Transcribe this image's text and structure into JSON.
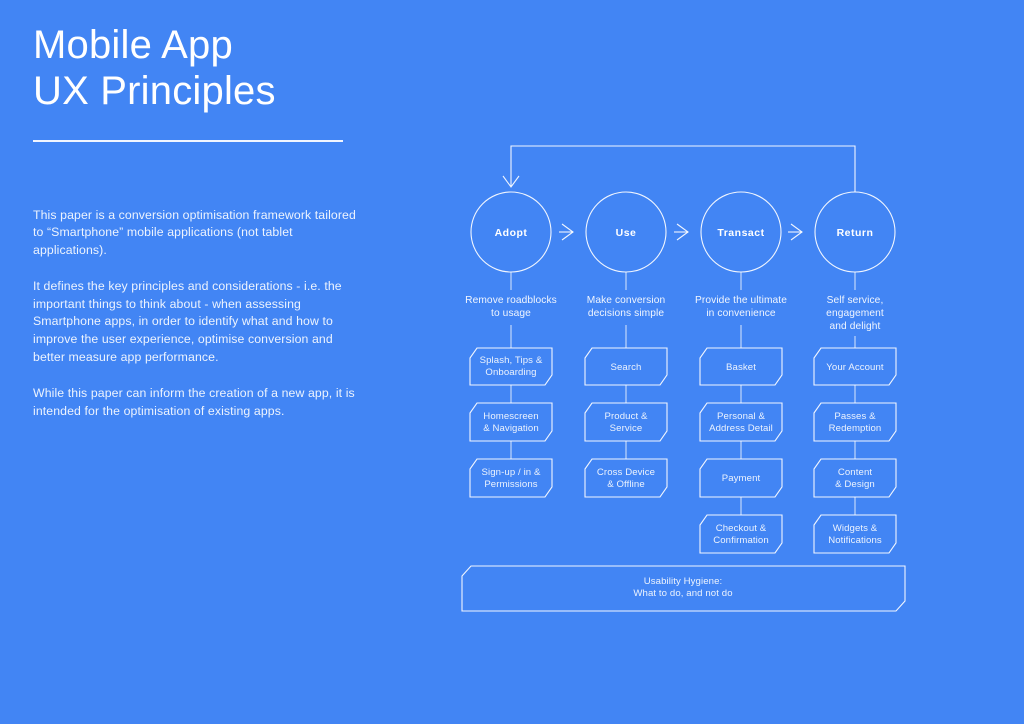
{
  "background_color": "#4285f4",
  "text_color": "#ffffff",
  "header": {
    "title": "Mobile App\nUX Principles"
  },
  "intro": {
    "paragraphs": [
      "This paper is a conversion optimisation framework tailored to “Smartphone” mobile applications (not tablet applications).",
      "It defines the key principles and considerations - i.e. the important things to think about - when assessing Smartphone apps, in order to identify what and how to improve the user experience, optimise conversion and better measure app performance.",
      "While this paper can inform the creation of a new app, it is intended for the optimisation of existing apps."
    ]
  },
  "diagram": {
    "loop_arrow_name": "return-to-adopt-loop-arrow",
    "stages": [
      {
        "id": "adopt",
        "label": "Adopt",
        "caption": "Remove roadblocks\nto usage",
        "caption_lines": [
          "Remove roadblocks",
          "to usage"
        ],
        "items": [
          {
            "lines": [
              "Splash, Tips &",
              "Onboarding"
            ]
          },
          {
            "lines": [
              "Homescreen",
              "& Navigation"
            ]
          },
          {
            "lines": [
              "Sign-up / in &",
              "Permissions"
            ]
          }
        ]
      },
      {
        "id": "use",
        "label": "Use",
        "caption": "Make conversion\ndecisions simple",
        "caption_lines": [
          "Make conversion",
          "decisions simple"
        ],
        "items": [
          {
            "lines": [
              "Search"
            ]
          },
          {
            "lines": [
              "Product &",
              "Service"
            ]
          },
          {
            "lines": [
              "Cross Device",
              "& Offline"
            ]
          }
        ]
      },
      {
        "id": "transact",
        "label": "Transact",
        "caption": "Provide the ultimate\nin convenience",
        "caption_lines": [
          "Provide the ultimate",
          "in convenience"
        ],
        "items": [
          {
            "lines": [
              "Basket"
            ]
          },
          {
            "lines": [
              "Personal &",
              "Address Detail"
            ]
          },
          {
            "lines": [
              "Payment"
            ]
          },
          {
            "lines": [
              "Checkout &",
              "Confirmation"
            ]
          }
        ]
      },
      {
        "id": "return",
        "label": "Return",
        "caption": "Self service,\nengagement\nand delight",
        "caption_lines": [
          "Self service,",
          "engagement",
          "and delight"
        ],
        "items": [
          {
            "lines": [
              "Your Account"
            ]
          },
          {
            "lines": [
              "Passes &",
              "Redemption"
            ]
          },
          {
            "lines": [
              "Content",
              "& Design"
            ]
          },
          {
            "lines": [
              "Widgets &",
              "Notifications"
            ]
          }
        ]
      }
    ],
    "footer_box": {
      "lines": [
        "Usability Hygiene:",
        "What to do, and not do"
      ]
    }
  }
}
